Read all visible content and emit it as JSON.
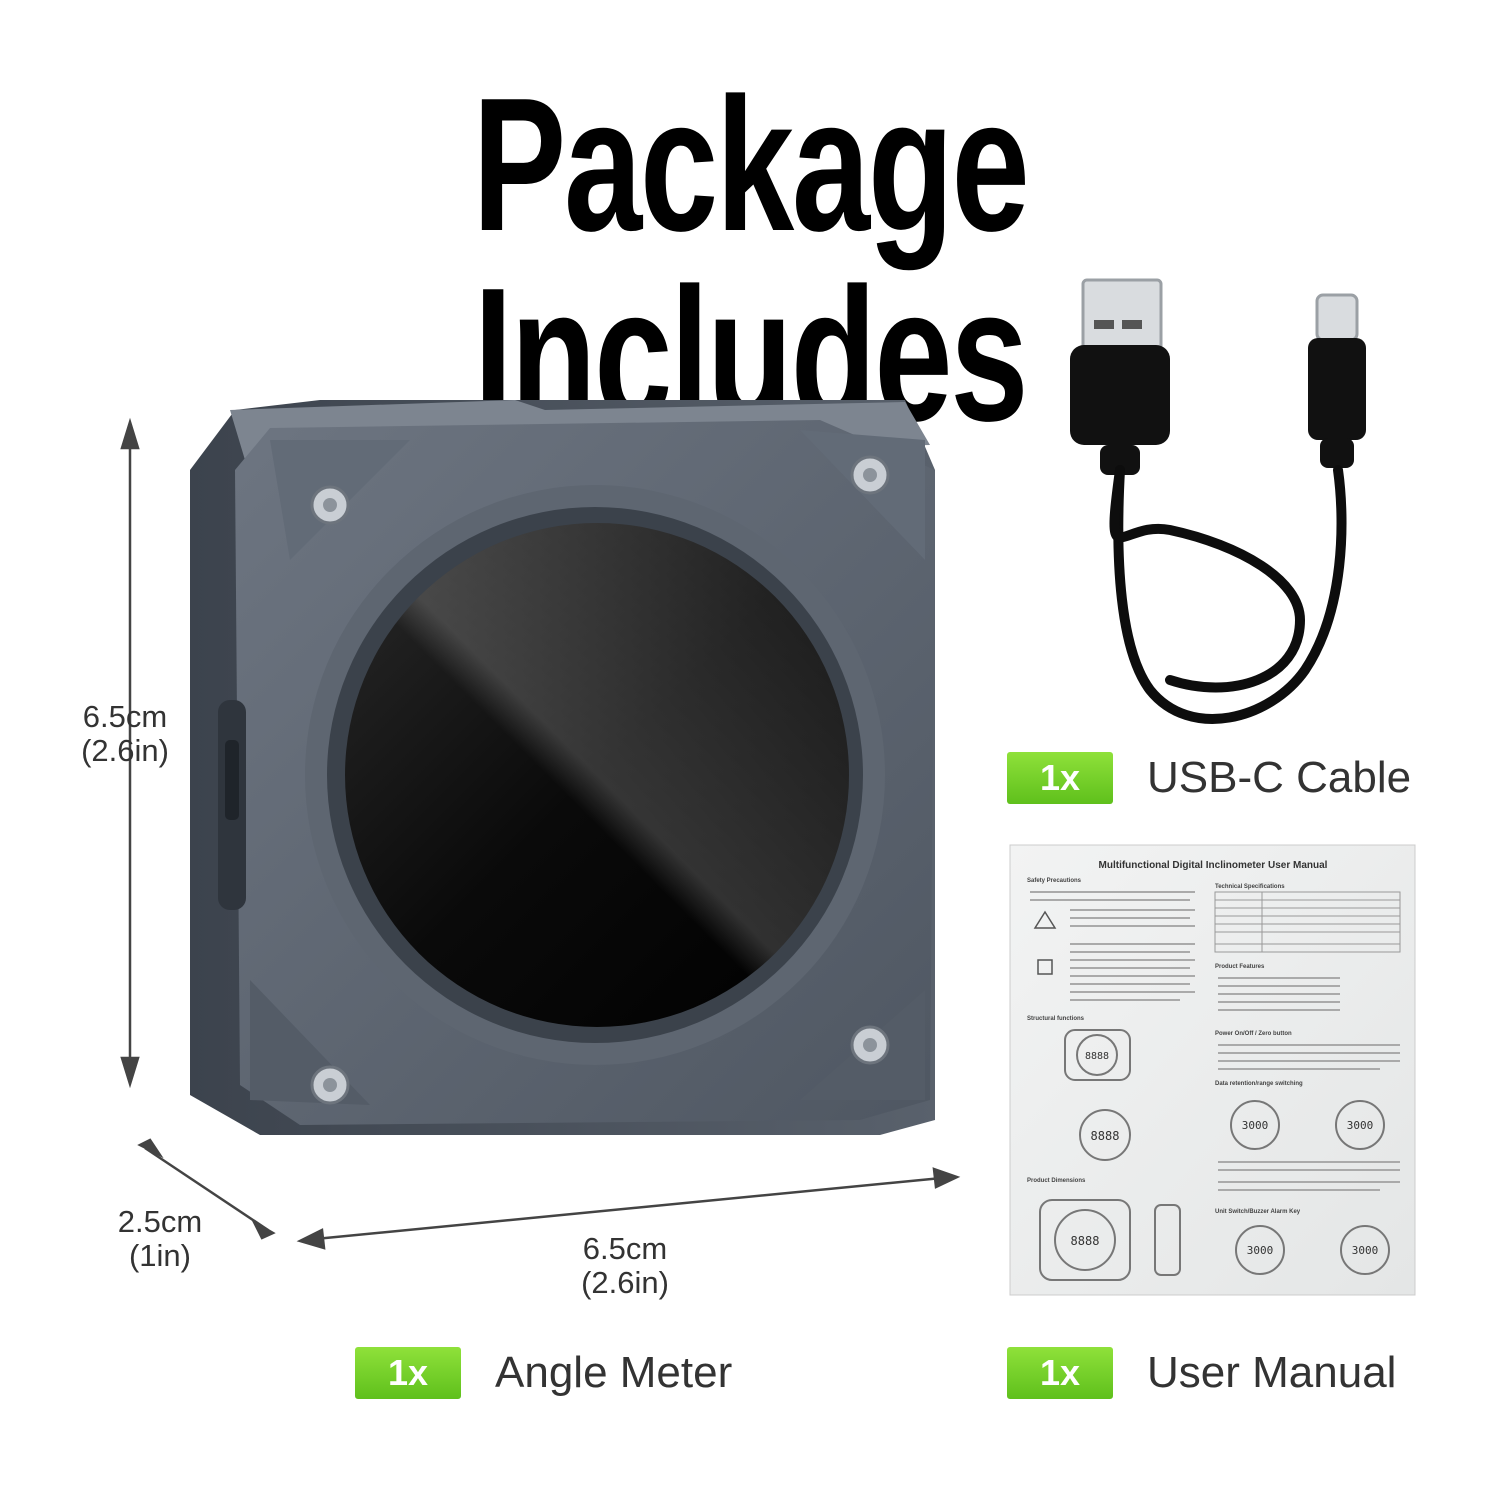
{
  "title": "Package Includes",
  "dimensions": {
    "height_cm": "6.5cm",
    "height_in": "(2.6in)",
    "depth_cm": "2.5cm",
    "depth_in": "(1in)",
    "width_cm": "6.5cm",
    "width_in": "(2.6in)"
  },
  "items": [
    {
      "qty": "1x",
      "name": "Angle Meter"
    },
    {
      "qty": "1x",
      "name": "USB-C Cable"
    },
    {
      "qty": "1x",
      "name": "User Manual"
    }
  ],
  "manual": {
    "heading": "Multifunctional Digital Inclinometer User Manual",
    "sections_left": [
      "Safety Precautions",
      "Structural functions",
      "Product Dimensions"
    ],
    "sections_right": [
      "Technical Specifications",
      "Product Features",
      "Power On/Off / Zero button",
      "Data retention/range switching",
      "Unit Switch/Buzzer Alarm Key"
    ],
    "display_value": "3000",
    "lcd_value": "8888"
  },
  "colors": {
    "badge_green": "#6ccf25",
    "device_gray": "#5c6572",
    "screen_black": "#050505"
  }
}
